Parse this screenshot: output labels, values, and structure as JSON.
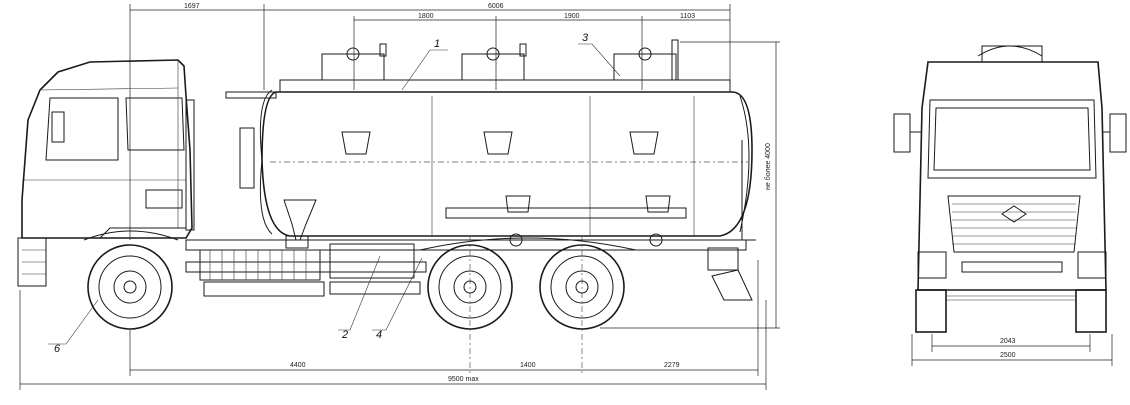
{
  "side_view": {
    "dimensions": {
      "top_front": "1697",
      "top_total": "6006",
      "tank_1": "1800",
      "tank_2": "1900",
      "tank_3": "1103",
      "height": "не более 4000",
      "bottom_wheelbase": "4400",
      "bottom_axles": "1400",
      "bottom_rear": "2279",
      "overall_length": "9500 max"
    },
    "callouts": [
      "1",
      "2",
      "3",
      "4",
      "6"
    ]
  },
  "front_view": {
    "dimensions": {
      "track": "2043",
      "width": "2500"
    }
  }
}
